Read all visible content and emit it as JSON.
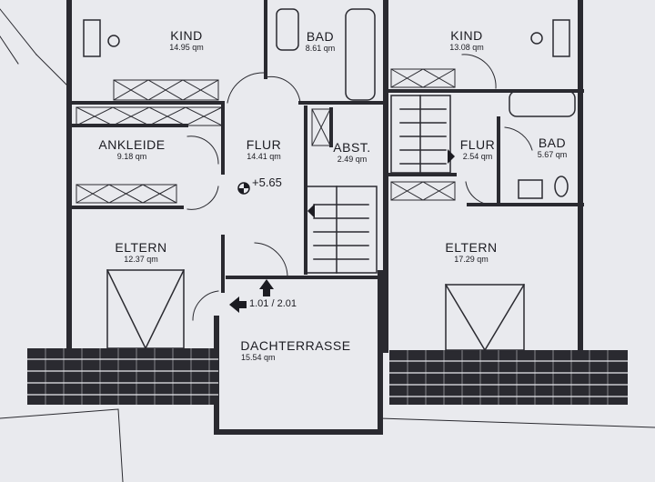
{
  "rooms": {
    "kind_left": {
      "name": "KIND",
      "area": "14.95 qm"
    },
    "bad_left": {
      "name": "BAD",
      "area": "8.61 qm"
    },
    "kind_right": {
      "name": "KIND",
      "area": "13.08 qm"
    },
    "ankleide": {
      "name": "ANKLEIDE",
      "area": "9.18 qm"
    },
    "flur_left": {
      "name": "FLUR",
      "area": "14.41 qm"
    },
    "abst": {
      "name": "ABST.",
      "area": "2.49 qm"
    },
    "flur_right": {
      "name": "FLUR",
      "area": "2.54 qm"
    },
    "bad_right": {
      "name": "BAD",
      "area": "5.67 qm"
    },
    "eltern_left": {
      "name": "ELTERN",
      "area": "12.37 qm"
    },
    "eltern_right": {
      "name": "ELTERN",
      "area": "17.29 qm"
    },
    "dachterrasse": {
      "name": "DACHTERRASSE",
      "area": "15.54 qm"
    }
  },
  "level_marker": "+5.65",
  "unit_label": "1.01 / 2.01",
  "colors": {
    "paper": "#e9eaee",
    "ink": "#1c1c22",
    "wall": "#2a2a30"
  }
}
